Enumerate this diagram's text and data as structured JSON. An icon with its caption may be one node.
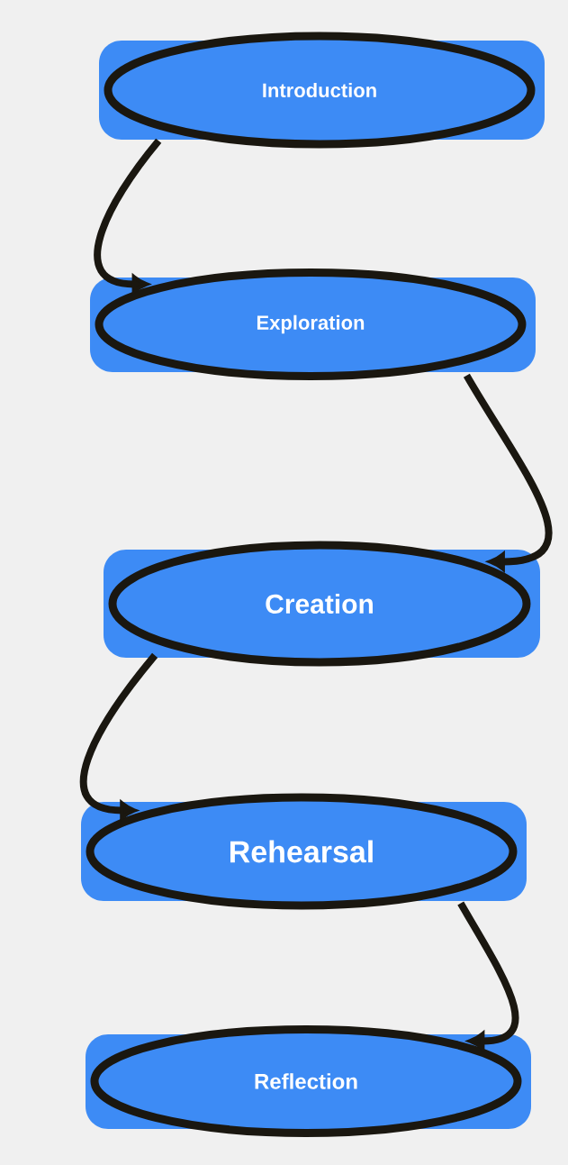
{
  "diagram": {
    "nodes": [
      {
        "text": [
          "Introduction"
        ]
      },
      {
        "text": [
          "Exploration"
        ]
      },
      {
        "text": [
          "Creation"
        ]
      },
      {
        "text": [
          "Rehearsal"
        ]
      },
      {
        "text": [
          "Reflection"
        ]
      }
    ],
    "edges": [
      {
        "from": 0,
        "to": 1,
        "arrow": "to"
      },
      {
        "from": 1,
        "to": 2,
        "arrow": "to"
      },
      {
        "from": 2,
        "to": 3,
        "arrow": "to"
      },
      {
        "from": 3,
        "to": 4,
        "arrow": "to"
      }
    ]
  }
}
